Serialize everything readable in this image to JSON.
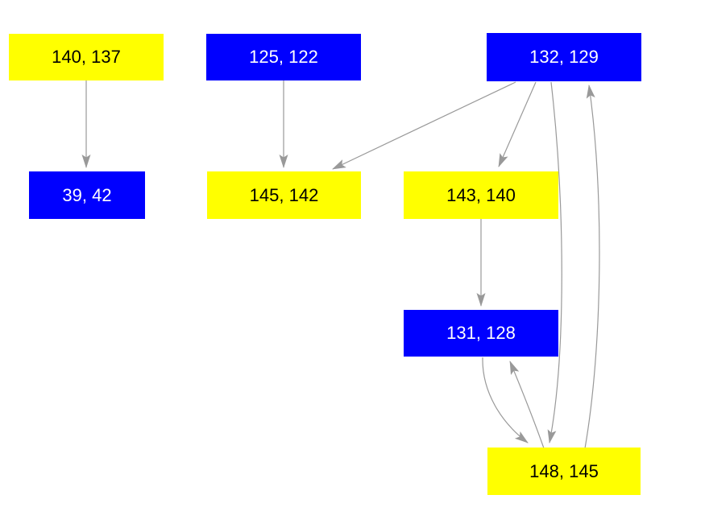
{
  "diagram": {
    "type": "directed-graph",
    "colors": {
      "background": "#ffffff",
      "node_yellow": "#ffff00",
      "node_blue": "#0000ff",
      "edge": "#999999",
      "text_on_yellow": "#000000",
      "text_on_blue": "#ffffff"
    },
    "nodes": [
      {
        "id": "140-137",
        "label": "140, 137",
        "color": "yellow"
      },
      {
        "id": "125-122",
        "label": "125, 122",
        "color": "blue"
      },
      {
        "id": "132-129",
        "label": "132, 129",
        "color": "blue"
      },
      {
        "id": "39-42",
        "label": "39, 42",
        "color": "blue"
      },
      {
        "id": "145-142",
        "label": "145, 142",
        "color": "yellow"
      },
      {
        "id": "143-140",
        "label": "143, 140",
        "color": "yellow"
      },
      {
        "id": "131-128",
        "label": "131, 128",
        "color": "blue"
      },
      {
        "id": "148-145",
        "label": "148, 145",
        "color": "yellow"
      }
    ],
    "edges": [
      {
        "from": "140, 137",
        "to": "39, 42"
      },
      {
        "from": "125, 122",
        "to": "145, 142"
      },
      {
        "from": "132, 129",
        "to": "145, 142"
      },
      {
        "from": "132, 129",
        "to": "143, 140"
      },
      {
        "from": "143, 140",
        "to": "131, 128"
      },
      {
        "from": "131, 128",
        "to": "148, 145"
      },
      {
        "from": "148, 145",
        "to": "131, 128"
      },
      {
        "from": "132, 129",
        "to": "148, 145"
      },
      {
        "from": "148, 145",
        "to": "132, 129"
      }
    ]
  }
}
